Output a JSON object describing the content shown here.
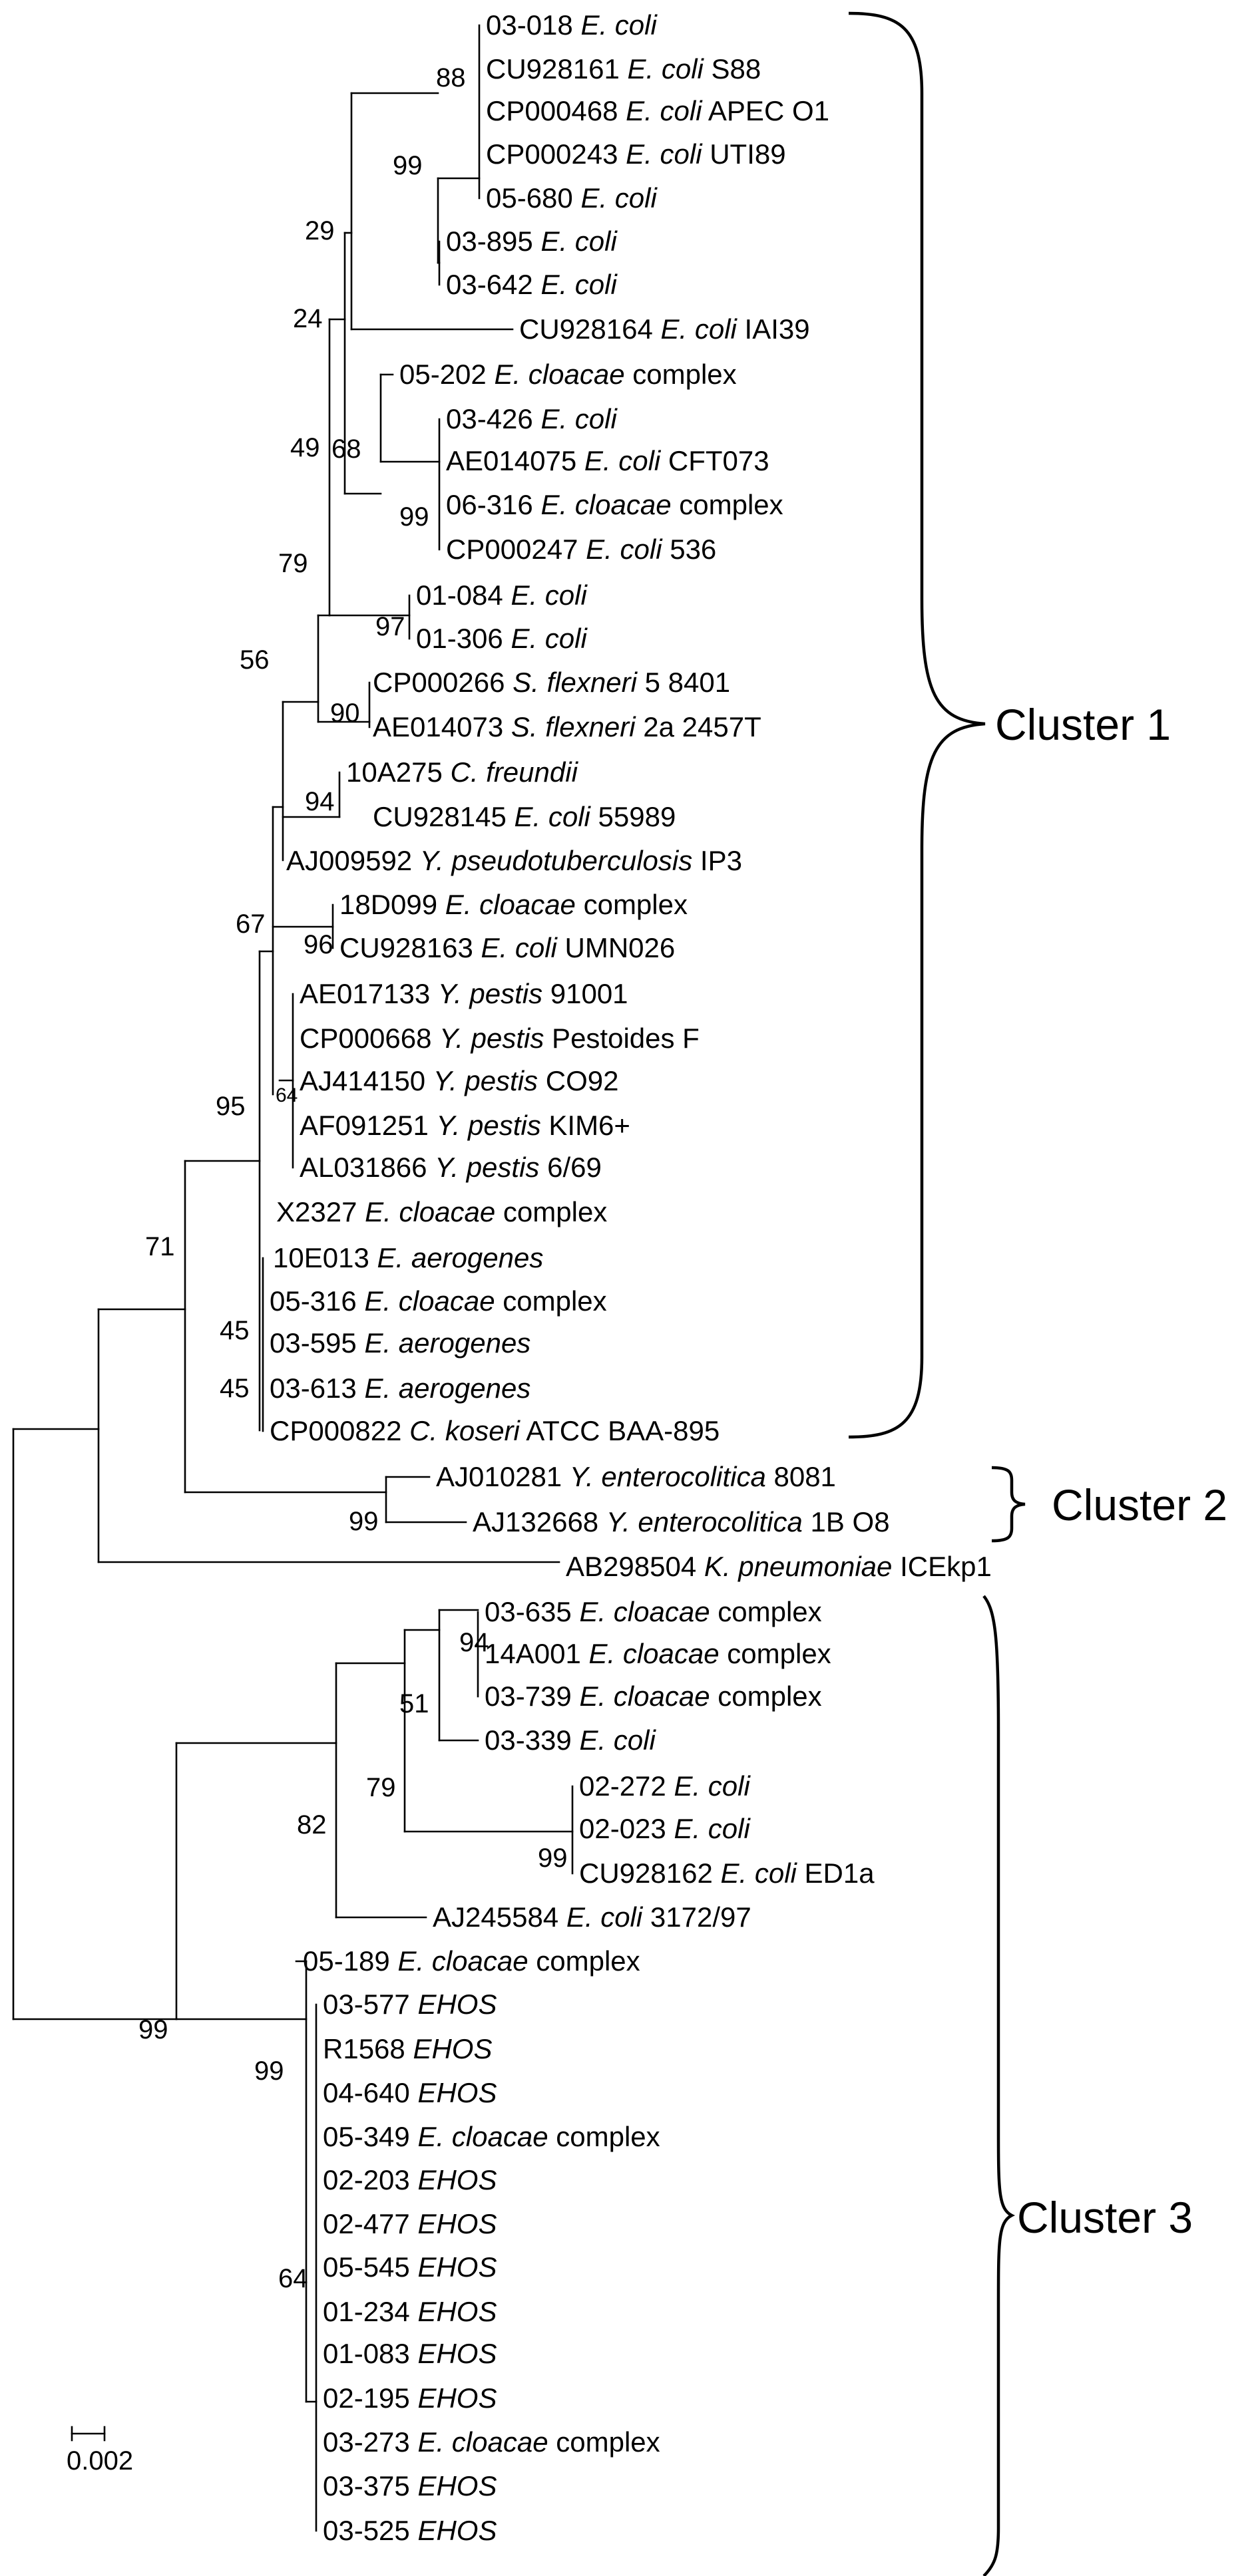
{
  "highlight_color": "#e8261c",
  "tree": {
    "leaves": [
      {
        "id": "03-018",
        "taxon": "E. coli",
        "suffix": "",
        "red": false
      },
      {
        "id": "CU928161",
        "taxon": "E. coli",
        "suffix": " S88",
        "red": false
      },
      {
        "id": "CP000468",
        "taxon": "E. coli",
        "suffix": " APEC O1",
        "red": false
      },
      {
        "id": "CP000243",
        "taxon": "E. coli",
        "suffix": " UTI89",
        "red": false
      },
      {
        "id": "05-680",
        "taxon": "E. coli",
        "suffix": "",
        "red": false
      },
      {
        "id": "03-895",
        "taxon": "E. coli",
        "suffix": "",
        "red": false
      },
      {
        "id": "03-642",
        "taxon": "E. coli",
        "suffix": "",
        "red": false
      },
      {
        "id": "CU928164",
        "taxon": "E. coli",
        "suffix": " IAI39",
        "red": false
      },
      {
        "id": "05-202",
        "taxon": "E. cloacae",
        "suffix": " complex",
        "red": false
      },
      {
        "id": "03-426",
        "taxon": "E. coli",
        "suffix": "",
        "red": false
      },
      {
        "id": "AE014075",
        "taxon": "E. coli",
        "suffix": " CFT073",
        "red": false
      },
      {
        "id": "06-316",
        "taxon": "E. cloacae",
        "suffix": " complex",
        "red": false
      },
      {
        "id": "CP000247",
        "taxon": "E. coli",
        "suffix": " 536",
        "red": false
      },
      {
        "id": "01-084",
        "taxon": "E. coli",
        "suffix": "",
        "red": false
      },
      {
        "id": "01-306",
        "taxon": "E. coli",
        "suffix": "",
        "red": false
      },
      {
        "id": "CP000266",
        "taxon": "S. flexneri",
        "suffix": " 5 8401",
        "red": false
      },
      {
        "id": "AE014073",
        "taxon": "S. flexneri",
        "suffix": " 2a 2457T",
        "red": false
      },
      {
        "id": "10A275",
        "taxon": "C. freundii",
        "suffix": "",
        "red": false
      },
      {
        "id": "CU928145",
        "taxon": "E. coli",
        "suffix": " 55989",
        "red": false
      },
      {
        "id": "AJ009592",
        "taxon": "Y. pseudotuberculosis",
        "suffix": " IP3",
        "red": false
      },
      {
        "id": "18D099",
        "taxon": "E. cloacae",
        "suffix": " complex",
        "red": false
      },
      {
        "id": "CU928163",
        "taxon": "E. coli",
        "suffix": " UMN026",
        "red": false
      },
      {
        "id": "AE017133",
        "taxon": "Y. pestis",
        "suffix": " 91001",
        "red": false
      },
      {
        "id": "CP000668",
        "taxon": "Y. pestis",
        "suffix": " Pestoides F",
        "red": false
      },
      {
        "id": "AJ414150",
        "taxon": "Y. pestis",
        "suffix": " CO92",
        "red": false
      },
      {
        "id": "AF091251",
        "taxon": "Y. pestis",
        "suffix": " KIM6+",
        "red": false
      },
      {
        "id": "AL031866",
        "taxon": "Y. pestis",
        "suffix": " 6/69",
        "red": false
      },
      {
        "id": "X2327",
        "taxon": "E. cloacae",
        "suffix": " complex",
        "red": false
      },
      {
        "id": "10E013",
        "taxon": "E. aerogenes",
        "suffix": "",
        "red": false
      },
      {
        "id": "05-316",
        "taxon": "E. cloacae",
        "suffix": " complex",
        "red": false
      },
      {
        "id": "03-595",
        "taxon": "E. aerogenes",
        "suffix": "",
        "red": false
      },
      {
        "id": "03-613",
        "taxon": "E. aerogenes",
        "suffix": "",
        "red": false
      },
      {
        "id": "CP000822",
        "taxon": "C. koseri",
        "suffix": " ATCC BAA-895",
        "red": false
      },
      {
        "id": "AJ010281",
        "taxon": "Y. enterocolitica",
        "suffix": " 8081",
        "red": false
      },
      {
        "id": "AJ132668",
        "taxon": "Y. enterocolitica",
        "suffix": " 1B O8",
        "red": false
      },
      {
        "id": "AB298504",
        "taxon": "K. pneumoniae",
        "suffix": " ICEkp1",
        "red": false
      },
      {
        "id": "03-635",
        "taxon": "E. cloacae",
        "suffix": " complex",
        "red": false
      },
      {
        "id": "14A001",
        "taxon": "E. cloacae",
        "suffix": " complex",
        "red": false
      },
      {
        "id": "03-739",
        "taxon": "E. cloacae",
        "suffix": " complex",
        "red": false
      },
      {
        "id": "03-339",
        "taxon": "E. coli",
        "suffix": "",
        "red": false
      },
      {
        "id": "02-272",
        "taxon": "E. coli",
        "suffix": "",
        "red": false
      },
      {
        "id": "02-023",
        "taxon": "E. coli",
        "suffix": "",
        "red": false
      },
      {
        "id": "CU928162",
        "taxon": "E. coli",
        "suffix": " ED1a",
        "red": false
      },
      {
        "id": "AJ245584",
        "taxon": "E. coli",
        "suffix": " 3172/97",
        "red": false
      },
      {
        "id": "05-189",
        "taxon": "E. cloacae",
        "suffix": " complex",
        "red": false
      },
      {
        "id": "03-577",
        "taxon": "EHOS",
        "suffix": "",
        "red": false
      },
      {
        "id": "R1568",
        "taxon": "EHOS",
        "suffix": "",
        "red": false
      },
      {
        "id": "04-640",
        "taxon": "EHOS",
        "suffix": "",
        "red": false
      },
      {
        "id": "05-349",
        "taxon": "E. cloacae",
        "suffix": " complex",
        "red": true
      },
      {
        "id": "02-203",
        "taxon": "EHOS",
        "suffix": "",
        "red": false
      },
      {
        "id": "02-477",
        "taxon": "EHOS",
        "suffix": "",
        "red": false
      },
      {
        "id": "05-545",
        "taxon": "EHOS",
        "suffix": "",
        "red": false
      },
      {
        "id": "01-234",
        "taxon": "EHOS",
        "suffix": "",
        "red": false
      },
      {
        "id": "01-083",
        "taxon": "EHOS",
        "suffix": "",
        "red": false
      },
      {
        "id": "02-195",
        "taxon": "EHOS",
        "suffix": "",
        "red": false
      },
      {
        "id": "03-273",
        "taxon": "E. cloacae",
        "suffix": " complex",
        "red": true
      },
      {
        "id": "03-375",
        "taxon": "EHOS",
        "suffix": "",
        "red": false
      },
      {
        "id": "03-525",
        "taxon": "EHOS",
        "suffix": "",
        "red": false
      }
    ],
    "bootstrap": [
      "88",
      "99",
      "29",
      "24",
      "68",
      "49",
      "99",
      "97",
      "79",
      "56",
      "90",
      "94",
      "96",
      "67",
      "64",
      "95",
      "45",
      "45",
      "71",
      "99",
      "94",
      "51",
      "79",
      "99",
      "82",
      "99",
      "99",
      "64"
    ],
    "clusters": [
      "Cluster 1",
      "Cluster 2",
      "Cluster 3"
    ],
    "scale_label": "0.002"
  }
}
